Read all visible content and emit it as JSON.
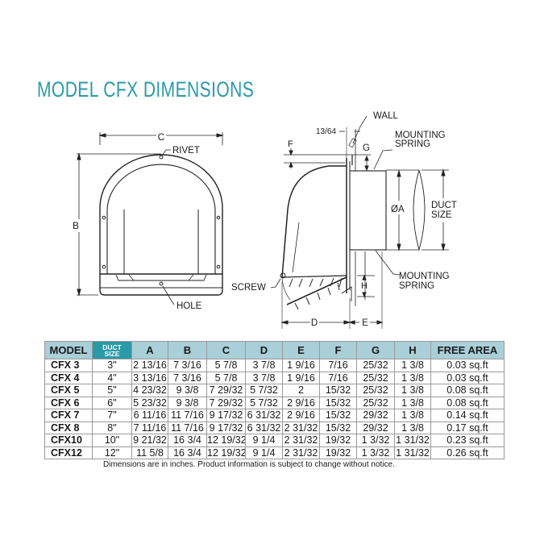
{
  "title": "MODEL CFX DIMENSIONS",
  "front_view": {
    "dim_c": "C",
    "dim_b": "B",
    "rivet_label": "RIVET",
    "hole_label": "HOLE"
  },
  "side_view": {
    "dim_13_64": "13/64",
    "wall_label": "WALL",
    "mounting_spring_top": [
      "MOUNTING",
      "SPRING"
    ],
    "dim_f": "F",
    "dim_g": "G",
    "dim_a": "ØA",
    "duct_size": [
      "DUCT",
      "SIZE"
    ],
    "mounting_spring_bottom": [
      "MOUNTING",
      "SPRING"
    ],
    "screw_label": "SCREW",
    "dim_h": "H",
    "dim_d": "D",
    "dim_e": "E"
  },
  "table": {
    "headers": [
      "MODEL",
      "DUCT SIZE",
      "A",
      "B",
      "C",
      "D",
      "E",
      "F",
      "G",
      "H",
      "FREE AREA"
    ],
    "duct_size_lines": [
      "DUCT",
      "SIZE"
    ],
    "rows": [
      [
        "CFX 3",
        "3\"",
        "2 13/16",
        "7 3/16",
        "5 7/8",
        "3 7/8",
        "1 9/16",
        "7/16",
        "25/32",
        "1 3/8",
        "0.03 sq.ft"
      ],
      [
        "CFX 4",
        "4\"",
        "3 13/16",
        "7 3/16",
        "5 7/8",
        "3 7/8",
        "1 9/16",
        "7/16",
        "25/32",
        "1 3/8",
        "0.03 sq.ft"
      ],
      [
        "CFX 5",
        "5\"",
        "4 23/32",
        "9 3/8",
        "7 29/32",
        "5 7/32",
        "2",
        "15/32",
        "25/32",
        "1 3/8",
        "0.08 sq.ft"
      ],
      [
        "CFX 6",
        "6\"",
        "5 23/32",
        "9 3/8",
        "7 29/32",
        "5 7/32",
        "2 9/16",
        "15/32",
        "25/32",
        "1 3/8",
        "0.08 sq.ft"
      ],
      [
        "CFX 7",
        "7\"",
        "6 11/16",
        "11 7/16",
        "9 17/32",
        "6 31/32",
        "2 9/16",
        "15/32",
        "29/32",
        "1 3/8",
        "0.14 sq.ft"
      ],
      [
        "CFX 8",
        "8\"",
        "7 11/16",
        "11 7/16",
        "9 17/32",
        "6 31/32",
        "2 31/32",
        "15/32",
        "29/32",
        "1 3/8",
        "0.17 sq.ft"
      ],
      [
        "CFX10",
        "10\"",
        "9 21/32",
        "16 3/4",
        "12 19/32",
        "9 1/4",
        "2 31/32",
        "19/32",
        "1 3/32",
        "1 31/32",
        "0.23 sq.ft"
      ],
      [
        "CFX12",
        "12\"",
        "11 5/8",
        "16 3/4",
        "12 19/32",
        "9 1/4",
        "2 31/32",
        "19/32",
        "1 3/32",
        "1 31/32",
        "0.26 sq.ft"
      ]
    ]
  },
  "footnote": "Dimensions are in inches. Product information is subject to change without notice.",
  "colors": {
    "accent": "#2a9aa8",
    "header_bg": "#a9cfd9"
  }
}
